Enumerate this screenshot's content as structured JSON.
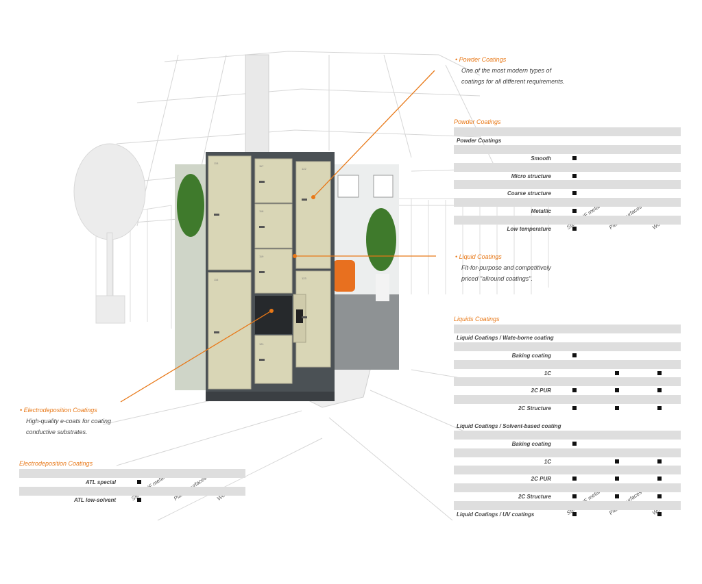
{
  "colors": {
    "accent": "#e87817",
    "bar": "#dedede",
    "mark": "#111111",
    "cabinet": "#d9d6b6"
  },
  "locker_numbers": [
    "115",
    "117",
    "118",
    "119",
    "121",
    "116",
    "120",
    "122",
    "123"
  ],
  "callouts": {
    "powder": {
      "title": "Powder Coatings",
      "desc1": "One of the most modern types of",
      "desc2": "coatings for all different requirements."
    },
    "liquid": {
      "title": "Liquid Coatings",
      "desc1": "Fit-for-purpose and competitively",
      "desc2": "priced \"allround coatings\"."
    },
    "electro": {
      "title": "Electrodeposition Coatings",
      "desc1": "High-quality e-coats for coating",
      "desc2": "conductive substrates."
    }
  },
  "columns": [
    "Steel / NF metals",
    "Plastic surfaces",
    "Wood"
  ],
  "tables": {
    "powder": {
      "title": "Powder Coatings",
      "rows": [
        {
          "label": "",
          "bar": true,
          "marks": []
        },
        {
          "label": "Powder Coatings",
          "section": true,
          "bar": false,
          "marks": []
        },
        {
          "label": "",
          "bar": true,
          "marks": []
        },
        {
          "label": "Smooth",
          "bar": false,
          "marks": [
            0
          ]
        },
        {
          "label": "",
          "bar": true,
          "marks": []
        },
        {
          "label": "Micro structure",
          "bar": false,
          "marks": [
            0
          ]
        },
        {
          "label": "",
          "bar": true,
          "marks": []
        },
        {
          "label": "Coarse structure",
          "bar": false,
          "marks": [
            0
          ]
        },
        {
          "label": "",
          "bar": true,
          "marks": []
        },
        {
          "label": "Metallic",
          "bar": false,
          "marks": [
            0
          ]
        },
        {
          "label": "",
          "bar": true,
          "marks": []
        },
        {
          "label": "Low temperature",
          "bar": false,
          "marks": [
            0
          ]
        }
      ]
    },
    "liquid": {
      "title": "Liquids Coatings",
      "rows": [
        {
          "label": "",
          "bar": true,
          "marks": []
        },
        {
          "label": "Liquid Coatings / Wate-borne coating",
          "section": true,
          "bar": false,
          "marks": []
        },
        {
          "label": "",
          "bar": true,
          "marks": []
        },
        {
          "label": "Baking coating",
          "bar": false,
          "marks": [
            0
          ]
        },
        {
          "label": "",
          "bar": true,
          "marks": []
        },
        {
          "label": "1C",
          "bar": false,
          "marks": [
            1,
            2
          ]
        },
        {
          "label": "",
          "bar": true,
          "marks": []
        },
        {
          "label": "2C PUR",
          "bar": false,
          "marks": [
            0,
            1,
            2
          ]
        },
        {
          "label": "",
          "bar": true,
          "marks": []
        },
        {
          "label": "2C Structure",
          "bar": false,
          "marks": [
            0,
            1,
            2
          ]
        },
        {
          "label": "",
          "bar": false,
          "marks": []
        },
        {
          "label": "Liquid Coatings / Solvent-based coating",
          "section": true,
          "bar": false,
          "marks": []
        },
        {
          "label": "",
          "bar": true,
          "marks": []
        },
        {
          "label": "Baking coating",
          "bar": false,
          "marks": [
            0
          ]
        },
        {
          "label": "",
          "bar": true,
          "marks": []
        },
        {
          "label": "1C",
          "bar": false,
          "marks": [
            1,
            2
          ]
        },
        {
          "label": "",
          "bar": true,
          "marks": []
        },
        {
          "label": "2C PUR",
          "bar": false,
          "marks": [
            0,
            1,
            2
          ]
        },
        {
          "label": "",
          "bar": true,
          "marks": []
        },
        {
          "label": "2C Structure",
          "bar": false,
          "marks": [
            0,
            1,
            2
          ]
        },
        {
          "label": "",
          "bar": true,
          "marks": []
        },
        {
          "label": "Liquid Coatings / UV coatings",
          "section": true,
          "bar": false,
          "marks": [
            0,
            2
          ]
        }
      ]
    },
    "electro": {
      "title": "Electrodeposition Coatings",
      "rows": [
        {
          "label": "",
          "bar": true,
          "marks": []
        },
        {
          "label": "ATL special",
          "bar": false,
          "marks": [
            0
          ]
        },
        {
          "label": "",
          "bar": true,
          "marks": []
        },
        {
          "label": "ATL low-solvent",
          "bar": false,
          "marks": [
            0
          ]
        }
      ]
    }
  }
}
